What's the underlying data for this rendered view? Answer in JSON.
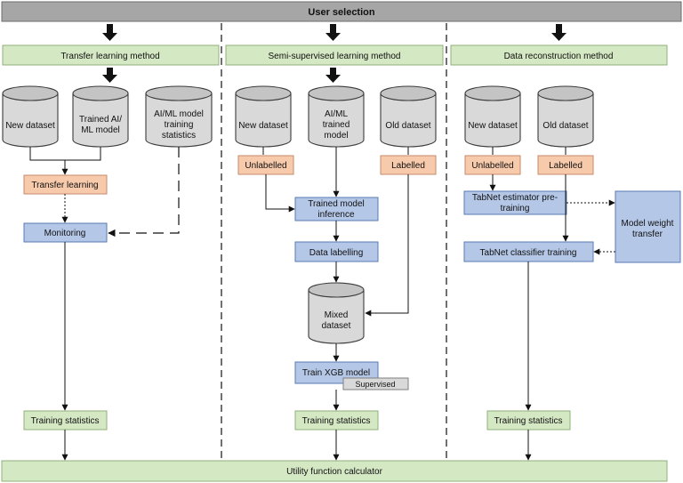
{
  "top_bar": {
    "label": "User selection"
  },
  "bottom_bar": {
    "label": "Utility function calculator"
  },
  "columns": {
    "transfer": {
      "header": "Transfer learning method",
      "db_new": [
        "New dataset"
      ],
      "db_model": [
        "Trained AI/",
        "ML model"
      ],
      "db_stats": [
        "AI/ML model",
        "training",
        "statistics"
      ],
      "transfer_learning": [
        "Transfer learning"
      ],
      "monitoring": [
        "Monitoring"
      ],
      "training_stats": [
        "Training statistics"
      ]
    },
    "semi": {
      "header": "Semi-supervised learning method",
      "db_new": [
        "New dataset"
      ],
      "db_model": [
        "AI/ML",
        "trained",
        "model"
      ],
      "db_old": [
        "Old dataset"
      ],
      "unlabelled": [
        "Unlabelled"
      ],
      "labelled": [
        "Labelled"
      ],
      "inference": [
        "Trained model",
        "inference"
      ],
      "data_labelling": [
        "Data labelling"
      ],
      "db_mixed": [
        "Mixed",
        "dataset"
      ],
      "train_xgb": [
        "Train XGB model"
      ],
      "supervised": [
        "Supervised"
      ],
      "training_stats": [
        "Training statistics"
      ]
    },
    "recon": {
      "header": "Data reconstruction method",
      "db_new": [
        "New dataset"
      ],
      "db_old": [
        "Old dataset"
      ],
      "unlabelled": [
        "Unlabelled"
      ],
      "labelled": [
        "Labelled"
      ],
      "estimator": [
        "TabNet estimator pre-",
        "training"
      ],
      "weight_transfer": [
        "Model weight",
        "transfer"
      ],
      "classifier": [
        "TabNet classifier training"
      ],
      "training_stats": [
        "Training statistics"
      ]
    }
  }
}
